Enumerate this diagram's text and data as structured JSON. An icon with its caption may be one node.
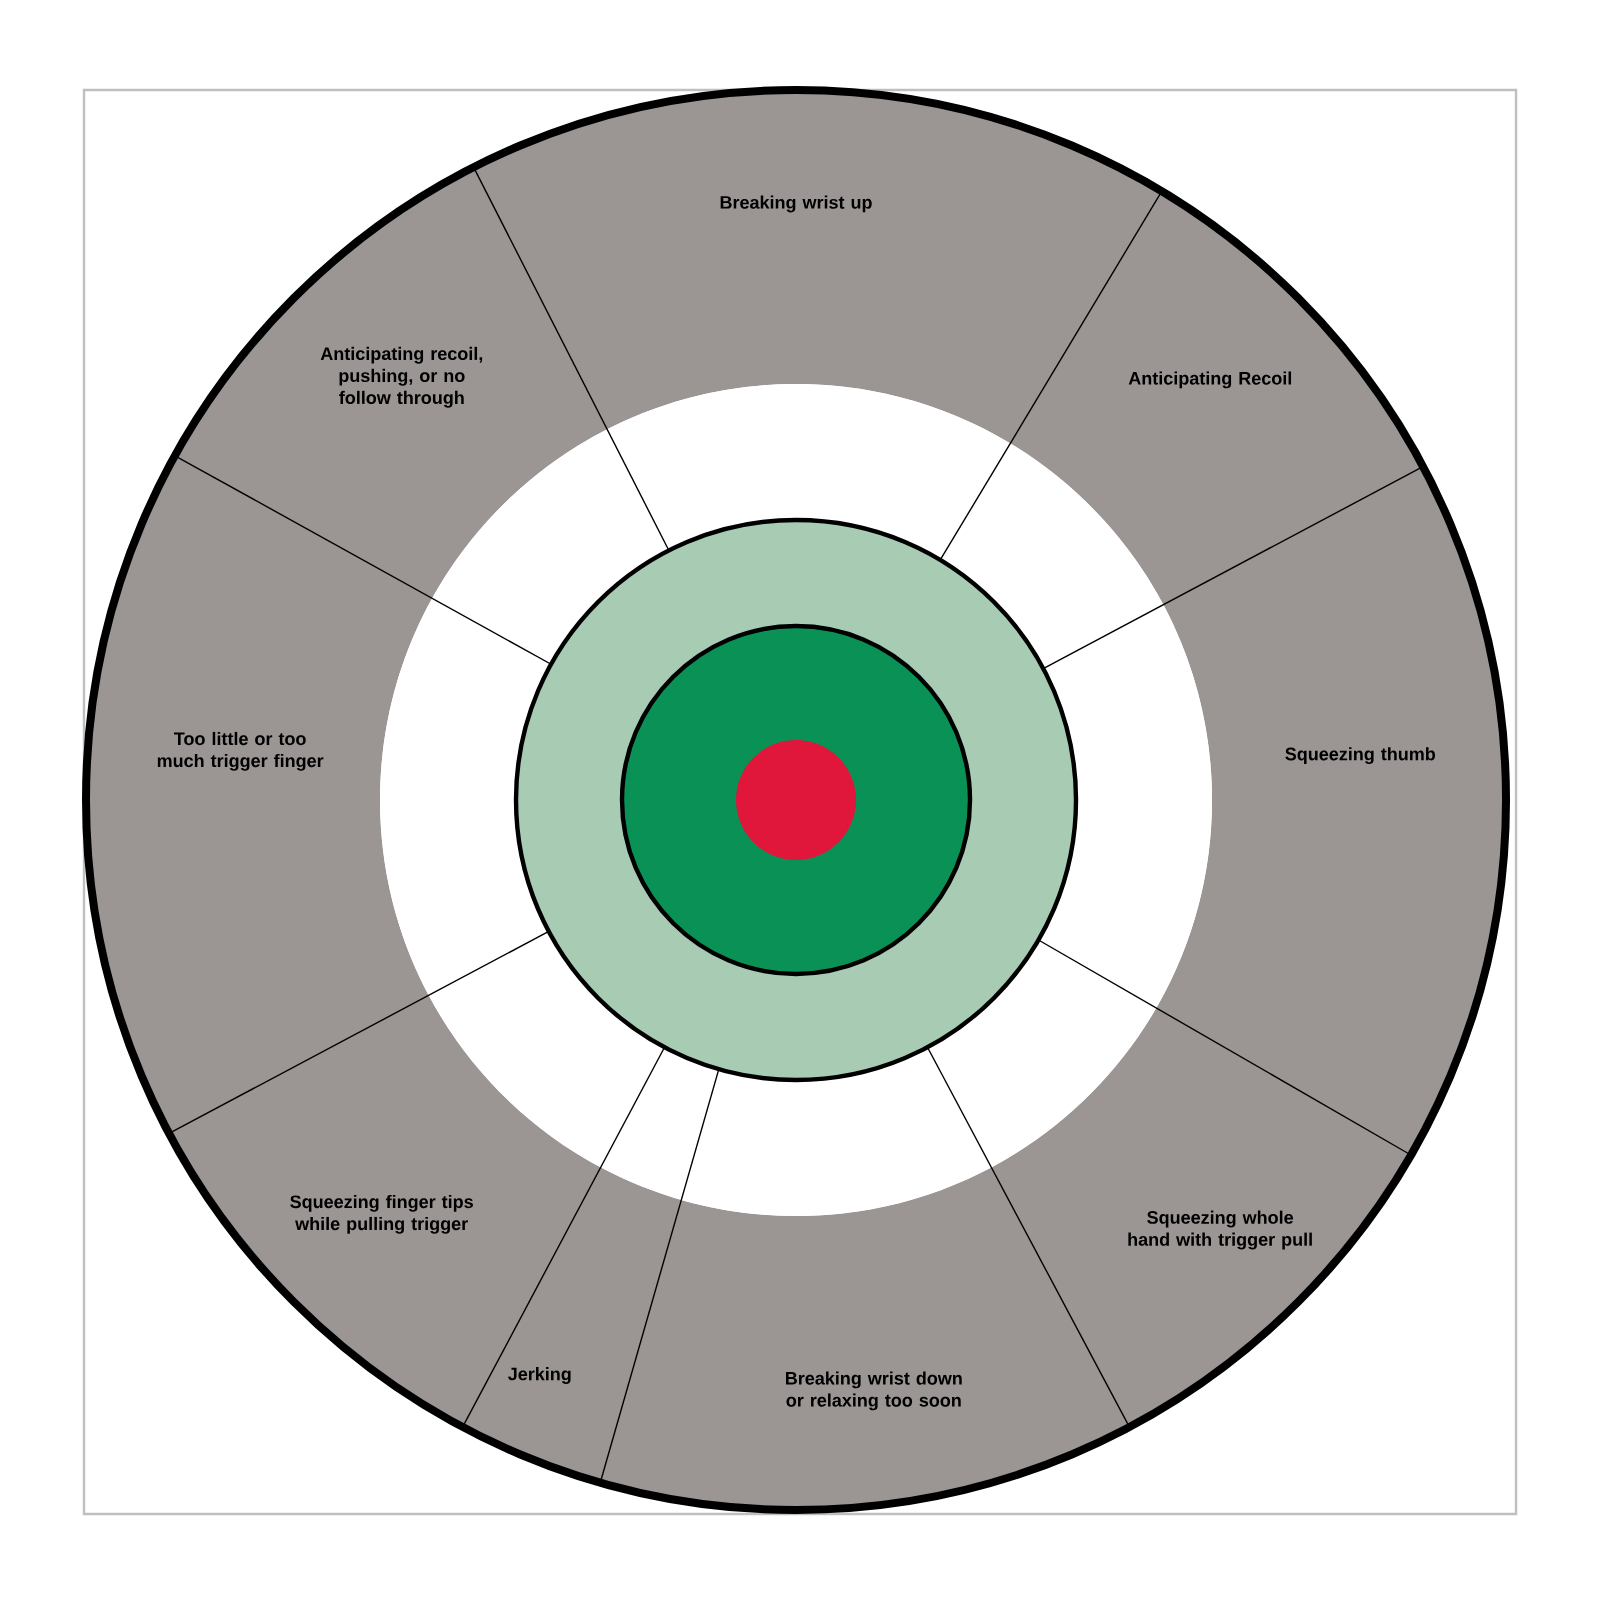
{
  "diagram": {
    "nodes": [
      {
        "text": [
          "Breaking wrist up"
        ]
      },
      {
        "text": [
          "Anticipating Recoil"
        ]
      },
      {
        "text": [
          "Squeezing thumb"
        ]
      },
      {
        "text": [
          "Squeezing whole hand with trigger pull"
        ]
      },
      {
        "text": [
          "Breaking wrist down or relaxing too soon"
        ]
      },
      {
        "text": [
          "Jerking"
        ]
      },
      {
        "text": [
          "Squeezing finger tips while pulling trigger"
        ]
      },
      {
        "text": [
          "Too little or too much trigger finger"
        ]
      },
      {
        "text": [
          "Anticipating recoil, pushing, or no follow through"
        ]
      }
    ]
  }
}
